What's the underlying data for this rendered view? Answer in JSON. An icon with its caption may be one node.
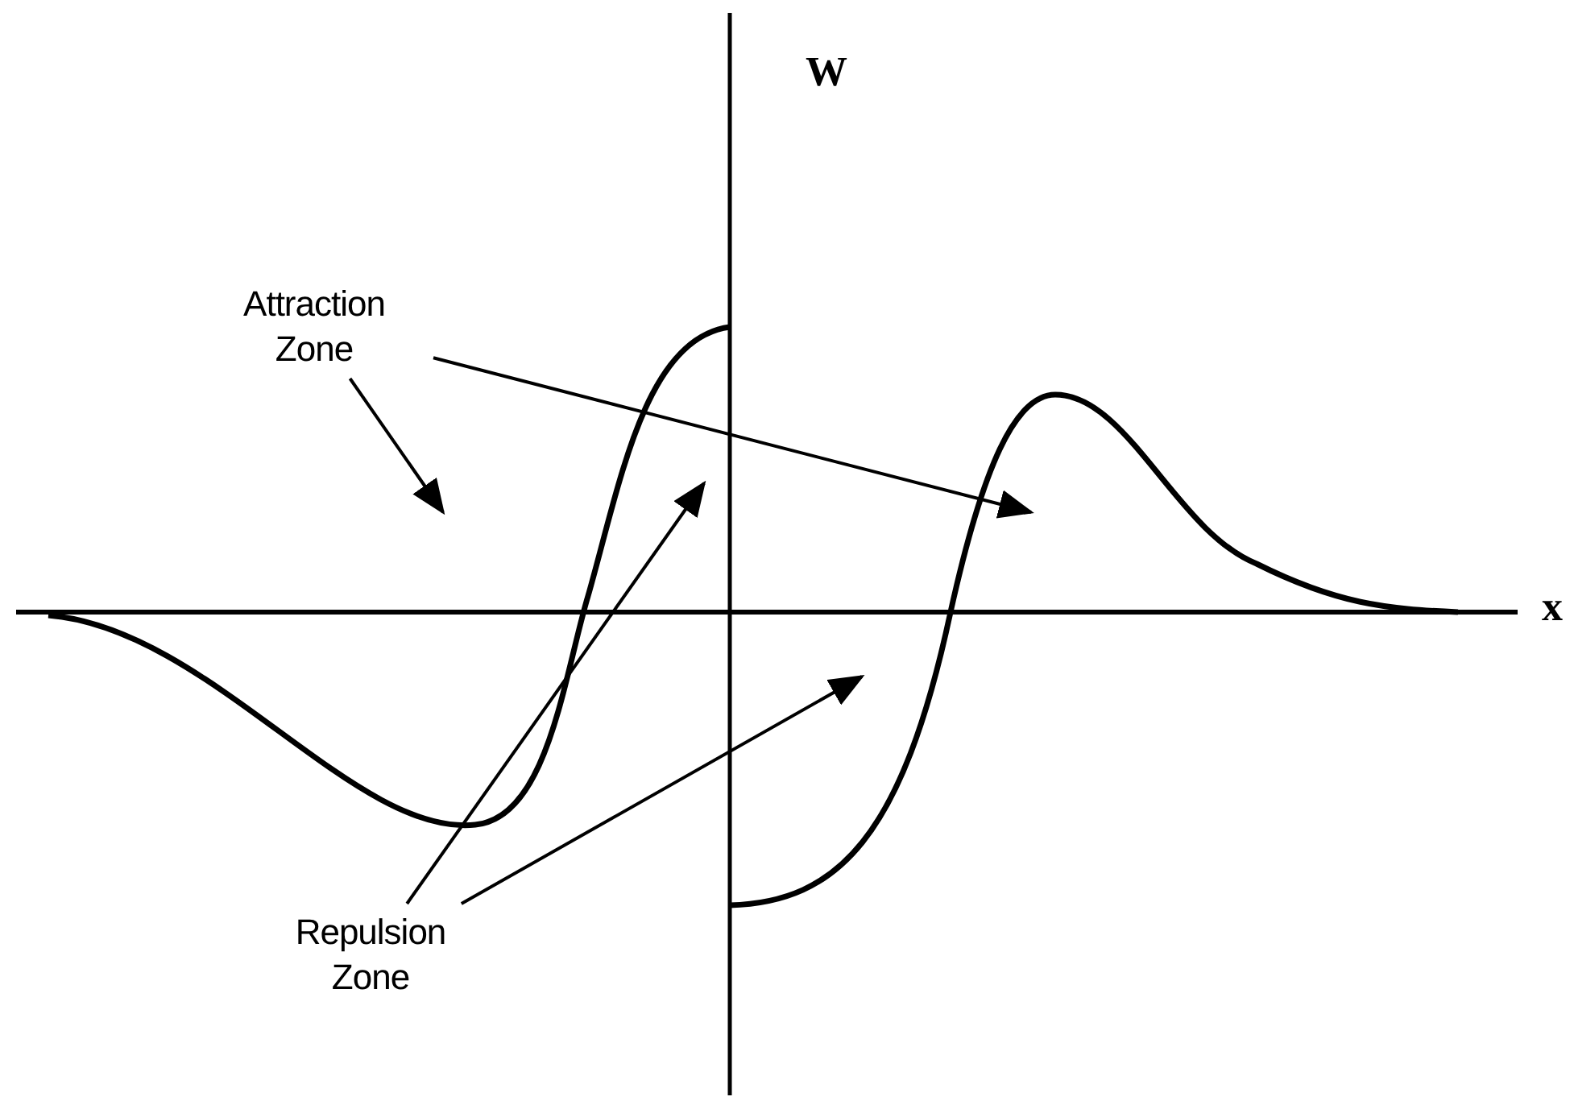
{
  "diagram": {
    "nodes": [
      {
        "text": [
          "Attraction Zone"
        ]
      },
      {
        "text": [
          "Repulsion Zone"
        ]
      }
    ],
    "edges": [
      {
        "from": 0,
        "to": null,
        "arrow": "to"
      },
      {
        "from": 0,
        "to": null,
        "arrow": "to"
      },
      {
        "from": 1,
        "to": null,
        "arrow": "to"
      },
      {
        "from": 1,
        "to": null,
        "arrow": "to"
      }
    ],
    "labels": [
      "W",
      "x"
    ]
  }
}
